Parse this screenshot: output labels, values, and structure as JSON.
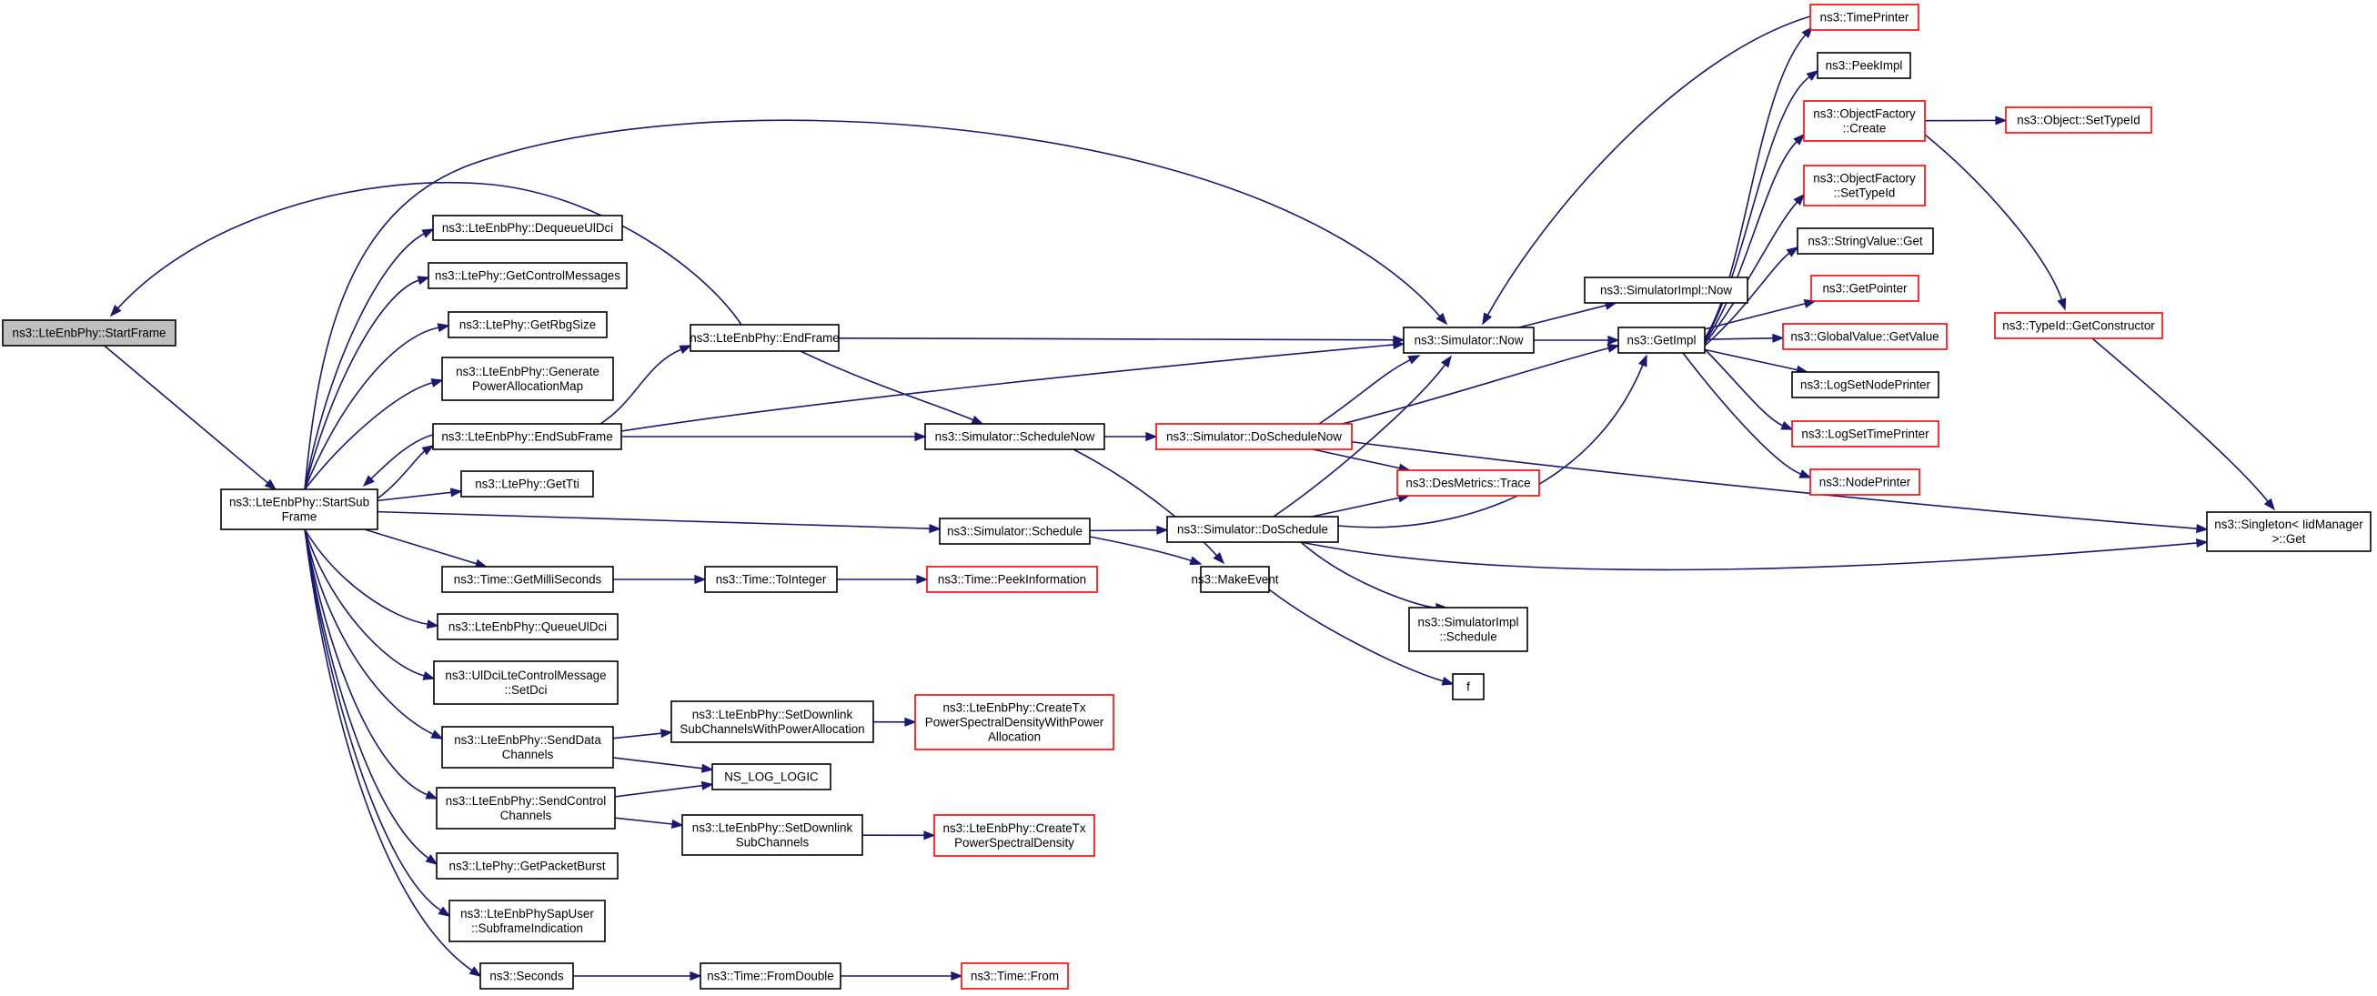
{
  "colors": {
    "edge": "#191970",
    "node_border_black": "#000000",
    "node_border_red": "#ff0000",
    "root_fill": "#bfbfbf",
    "node_fill": "#ffffff"
  },
  "nodes": [
    {
      "id": "StartFrame",
      "lines": [
        "ns3::LteEnbPhy::StartFrame"
      ],
      "border": "black",
      "root": true
    },
    {
      "id": "StartSubFrame",
      "lines": [
        "ns3::LteEnbPhy::StartSub",
        "Frame"
      ],
      "border": "black"
    },
    {
      "id": "DequeueUlDci",
      "lines": [
        "ns3::LteEnbPhy::DequeueUlDci"
      ],
      "border": "black"
    },
    {
      "id": "GetControlMessages",
      "lines": [
        "ns3::LtePhy::GetControlMessages"
      ],
      "border": "black"
    },
    {
      "id": "GetRbgSize",
      "lines": [
        "ns3::LtePhy::GetRbgSize"
      ],
      "border": "black"
    },
    {
      "id": "GeneratePowerAllocationMap",
      "lines": [
        "ns3::LteEnbPhy::Generate",
        "PowerAllocationMap"
      ],
      "border": "black"
    },
    {
      "id": "EndSubFrame",
      "lines": [
        "ns3::LteEnbPhy::EndSubFrame"
      ],
      "border": "black"
    },
    {
      "id": "GetTti",
      "lines": [
        "ns3::LtePhy::GetTti"
      ],
      "border": "black"
    },
    {
      "id": "GetMilliSeconds",
      "lines": [
        "ns3::Time::GetMilliSeconds"
      ],
      "border": "black"
    },
    {
      "id": "QueueUlDci",
      "lines": [
        "ns3::LteEnbPhy::QueueUlDci"
      ],
      "border": "black"
    },
    {
      "id": "SetDci",
      "lines": [
        "ns3::UlDciLteControlMessage",
        "::SetDci"
      ],
      "border": "black"
    },
    {
      "id": "SendDataChannels",
      "lines": [
        "ns3::LteEnbPhy::SendData",
        "Channels"
      ],
      "border": "black"
    },
    {
      "id": "SendControlChannels",
      "lines": [
        "ns3::LteEnbPhy::SendControl",
        "Channels"
      ],
      "border": "black"
    },
    {
      "id": "GetPacketBurst",
      "lines": [
        "ns3::LtePhy::GetPacketBurst"
      ],
      "border": "black"
    },
    {
      "id": "SubframeIndication",
      "lines": [
        "ns3::LteEnbPhySapUser",
        "::SubframeIndication"
      ],
      "border": "black"
    },
    {
      "id": "Seconds",
      "lines": [
        "ns3::Seconds"
      ],
      "border": "black"
    },
    {
      "id": "EndFrame",
      "lines": [
        "ns3::LteEnbPhy::EndFrame"
      ],
      "border": "black"
    },
    {
      "id": "ToInteger",
      "lines": [
        "ns3::Time::ToInteger"
      ],
      "border": "black"
    },
    {
      "id": "SetDownlinkSubChannelsWithPowerAllocation",
      "lines": [
        "ns3::LteEnbPhy::SetDownlink",
        "SubChannelsWithPowerAllocation"
      ],
      "border": "black"
    },
    {
      "id": "NS_LOG_LOGIC",
      "lines": [
        "NS_LOG_LOGIC"
      ],
      "border": "black"
    },
    {
      "id": "SetDownlinkSubChannels",
      "lines": [
        "ns3::LteEnbPhy::SetDownlink",
        "SubChannels"
      ],
      "border": "black"
    },
    {
      "id": "FromDouble",
      "lines": [
        "ns3::Time::FromDouble"
      ],
      "border": "black"
    },
    {
      "id": "PeekInformation",
      "lines": [
        "ns3::Time::PeekInformation"
      ],
      "border": "red"
    },
    {
      "id": "CreateTxPSDWithPowerAllocation",
      "lines": [
        "ns3::LteEnbPhy::CreateTx",
        "PowerSpectralDensityWithPower",
        "Allocation"
      ],
      "border": "red"
    },
    {
      "id": "CreateTxPSD",
      "lines": [
        "ns3::LteEnbPhy::CreateTx",
        "PowerSpectralDensity"
      ],
      "border": "red"
    },
    {
      "id": "TimeFrom",
      "lines": [
        "ns3::Time::From"
      ],
      "border": "red"
    },
    {
      "id": "ScheduleNow",
      "lines": [
        "ns3::Simulator::ScheduleNow"
      ],
      "border": "black"
    },
    {
      "id": "Schedule",
      "lines": [
        "ns3::Simulator::Schedule"
      ],
      "border": "black"
    },
    {
      "id": "DoScheduleNow",
      "lines": [
        "ns3::Simulator::DoScheduleNow"
      ],
      "border": "red"
    },
    {
      "id": "DoSchedule",
      "lines": [
        "ns3::Simulator::DoSchedule"
      ],
      "border": "black"
    },
    {
      "id": "MakeEvent",
      "lines": [
        "ns3::MakeEvent"
      ],
      "border": "black"
    },
    {
      "id": "Now",
      "lines": [
        "ns3::Simulator::Now"
      ],
      "border": "black"
    },
    {
      "id": "SimImplNow",
      "lines": [
        "ns3::SimulatorImpl::Now"
      ],
      "border": "black"
    },
    {
      "id": "DesMetricsTrace",
      "lines": [
        "ns3::DesMetrics::Trace"
      ],
      "border": "red"
    },
    {
      "id": "SimImplSchedule",
      "lines": [
        "ns3::SimulatorImpl",
        "::Schedule"
      ],
      "border": "black"
    },
    {
      "id": "f",
      "lines": [
        "f"
      ],
      "border": "black"
    },
    {
      "id": "GetImpl",
      "lines": [
        "ns3::GetImpl"
      ],
      "border": "black"
    },
    {
      "id": "TimePrinter",
      "lines": [
        "ns3::TimePrinter"
      ],
      "border": "red"
    },
    {
      "id": "PeekImpl",
      "lines": [
        "ns3::PeekImpl"
      ],
      "border": "black"
    },
    {
      "id": "ObjectFactoryCreate",
      "lines": [
        "ns3::ObjectFactory",
        "::Create"
      ],
      "border": "red"
    },
    {
      "id": "ObjectFactorySetTypeId",
      "lines": [
        "ns3::ObjectFactory",
        "::SetTypeId"
      ],
      "border": "red"
    },
    {
      "id": "StringValueGet",
      "lines": [
        "ns3::StringValue::Get"
      ],
      "border": "black"
    },
    {
      "id": "GetPointer",
      "lines": [
        "ns3::GetPointer"
      ],
      "border": "red"
    },
    {
      "id": "GlobalValueGetValue",
      "lines": [
        "ns3::GlobalValue::GetValue"
      ],
      "border": "red"
    },
    {
      "id": "LogSetNodePrinter",
      "lines": [
        "ns3::LogSetNodePrinter"
      ],
      "border": "black"
    },
    {
      "id": "LogSetTimePrinter",
      "lines": [
        "ns3::LogSetTimePrinter"
      ],
      "border": "red"
    },
    {
      "id": "NodePrinter",
      "lines": [
        "ns3::NodePrinter"
      ],
      "border": "red"
    },
    {
      "id": "ObjectSetTypeId",
      "lines": [
        "ns3::Object::SetTypeId"
      ],
      "border": "red"
    },
    {
      "id": "TypeIdGetConstructor",
      "lines": [
        "ns3::TypeId::GetConstructor"
      ],
      "border": "red"
    },
    {
      "id": "SingletonGet",
      "lines": [
        "ns3::Singleton< IidManager",
        ">::Get"
      ],
      "border": "black"
    }
  ],
  "edges": [
    {
      "from": "StartFrame",
      "to": "StartSubFrame"
    },
    {
      "from": "StartSubFrame",
      "to": "DequeueUlDci"
    },
    {
      "from": "StartSubFrame",
      "to": "GetControlMessages"
    },
    {
      "from": "StartSubFrame",
      "to": "GetRbgSize"
    },
    {
      "from": "StartSubFrame",
      "to": "GeneratePowerAllocationMap"
    },
    {
      "from": "StartSubFrame",
      "to": "EndSubFrame"
    },
    {
      "from": "StartSubFrame",
      "to": "GetTti"
    },
    {
      "from": "StartSubFrame",
      "to": "GetMilliSeconds"
    },
    {
      "from": "StartSubFrame",
      "to": "QueueUlDci"
    },
    {
      "from": "StartSubFrame",
      "to": "SetDci"
    },
    {
      "from": "StartSubFrame",
      "to": "SendDataChannels"
    },
    {
      "from": "StartSubFrame",
      "to": "SendControlChannels"
    },
    {
      "from": "StartSubFrame",
      "to": "GetPacketBurst"
    },
    {
      "from": "StartSubFrame",
      "to": "SubframeIndication"
    },
    {
      "from": "StartSubFrame",
      "to": "Seconds"
    },
    {
      "from": "StartSubFrame",
      "to": "Schedule"
    },
    {
      "from": "StartSubFrame",
      "to": "Now"
    },
    {
      "from": "EndSubFrame",
      "to": "StartSubFrame"
    },
    {
      "from": "EndSubFrame",
      "to": "EndFrame"
    },
    {
      "from": "EndSubFrame",
      "to": "ScheduleNow"
    },
    {
      "from": "EndSubFrame",
      "to": "Now"
    },
    {
      "from": "EndFrame",
      "to": "StartFrame"
    },
    {
      "from": "EndFrame",
      "to": "ScheduleNow"
    },
    {
      "from": "EndFrame",
      "to": "Now"
    },
    {
      "from": "GetMilliSeconds",
      "to": "ToInteger"
    },
    {
      "from": "ToInteger",
      "to": "PeekInformation"
    },
    {
      "from": "SendDataChannels",
      "to": "SetDownlinkSubChannelsWithPowerAllocation"
    },
    {
      "from": "SendDataChannels",
      "to": "NS_LOG_LOGIC"
    },
    {
      "from": "SetDownlinkSubChannelsWithPowerAllocation",
      "to": "CreateTxPSDWithPowerAllocation"
    },
    {
      "from": "SendControlChannels",
      "to": "NS_LOG_LOGIC"
    },
    {
      "from": "SendControlChannels",
      "to": "SetDownlinkSubChannels"
    },
    {
      "from": "SetDownlinkSubChannels",
      "to": "CreateTxPSD"
    },
    {
      "from": "Seconds",
      "to": "FromDouble"
    },
    {
      "from": "FromDouble",
      "to": "TimeFrom"
    },
    {
      "from": "ScheduleNow",
      "to": "DoScheduleNow"
    },
    {
      "from": "ScheduleNow",
      "to": "MakeEvent"
    },
    {
      "from": "Schedule",
      "to": "DoSchedule"
    },
    {
      "from": "Schedule",
      "to": "MakeEvent"
    },
    {
      "from": "DoScheduleNow",
      "to": "Now"
    },
    {
      "from": "DoScheduleNow",
      "to": "GetImpl"
    },
    {
      "from": "DoScheduleNow",
      "to": "DesMetricsTrace"
    },
    {
      "from": "DoScheduleNow",
      "to": "SingletonGet"
    },
    {
      "from": "DoSchedule",
      "to": "Now"
    },
    {
      "from": "DoSchedule",
      "to": "GetImpl"
    },
    {
      "from": "DoSchedule",
      "to": "DesMetricsTrace"
    },
    {
      "from": "DoSchedule",
      "to": "SimImplSchedule"
    },
    {
      "from": "DoSchedule",
      "to": "SingletonGet"
    },
    {
      "from": "MakeEvent",
      "to": "f"
    },
    {
      "from": "Now",
      "to": "SimImplNow"
    },
    {
      "from": "Now",
      "to": "GetImpl"
    },
    {
      "from": "GetImpl",
      "to": "TimePrinter"
    },
    {
      "from": "GetImpl",
      "to": "PeekImpl"
    },
    {
      "from": "GetImpl",
      "to": "ObjectFactoryCreate"
    },
    {
      "from": "GetImpl",
      "to": "ObjectFactorySetTypeId"
    },
    {
      "from": "GetImpl",
      "to": "StringValueGet"
    },
    {
      "from": "GetImpl",
      "to": "GetPointer"
    },
    {
      "from": "GetImpl",
      "to": "GlobalValueGetValue"
    },
    {
      "from": "GetImpl",
      "to": "LogSetNodePrinter"
    },
    {
      "from": "GetImpl",
      "to": "LogSetTimePrinter"
    },
    {
      "from": "GetImpl",
      "to": "NodePrinter"
    },
    {
      "from": "TimePrinter",
      "to": "Now"
    },
    {
      "from": "ObjectFactoryCreate",
      "to": "ObjectSetTypeId"
    },
    {
      "from": "ObjectFactoryCreate",
      "to": "TypeIdGetConstructor"
    },
    {
      "from": "TypeIdGetConstructor",
      "to": "SingletonGet"
    }
  ]
}
